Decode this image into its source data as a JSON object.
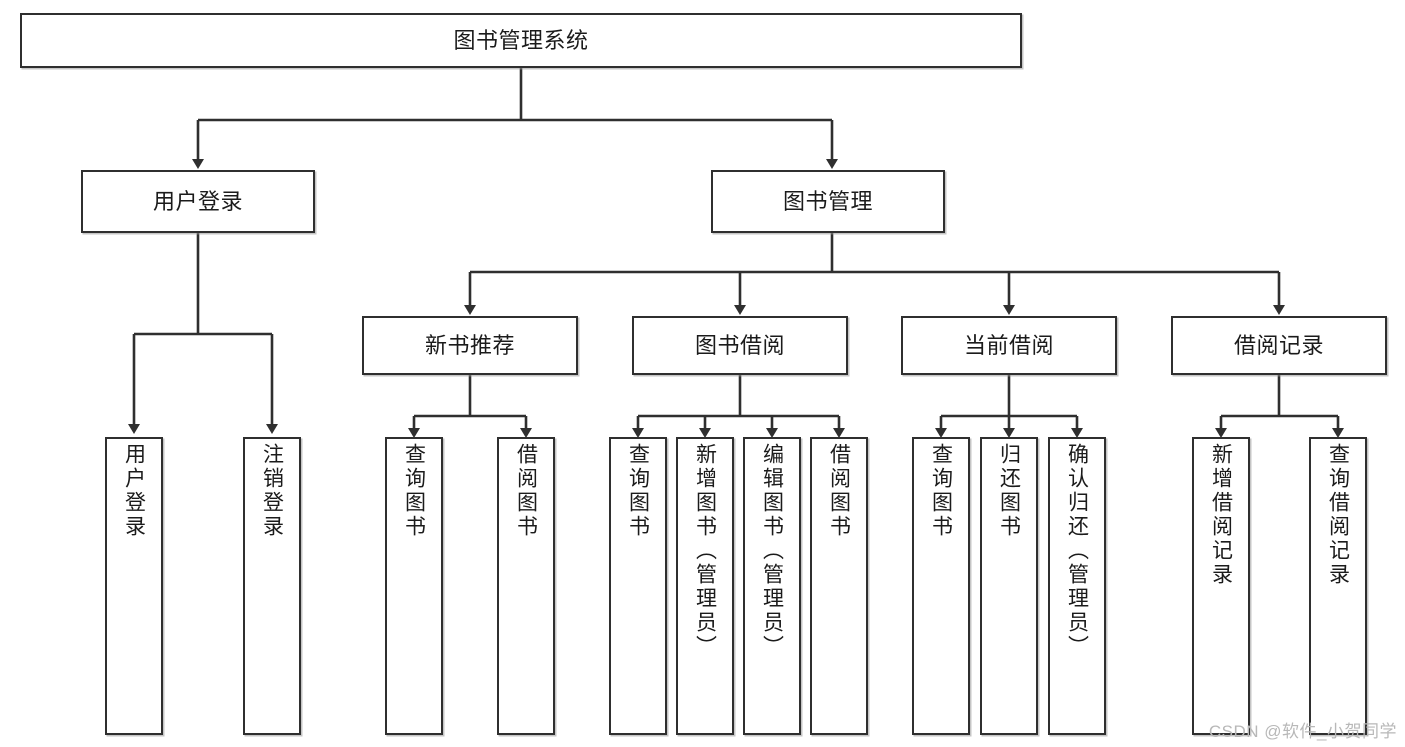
{
  "diagram": {
    "type": "tree",
    "title": "图书管理系统",
    "watermark": "CSDN @软件_小贺同学",
    "colors": {
      "box_border": "#2f2f2f",
      "box_fill": "#ffffff",
      "connector": "#2f2f2f",
      "text": "#1b1b1b",
      "watermark": "#b8b8b8"
    },
    "nodes": {
      "root": {
        "label": "图书管理系统",
        "level": 0,
        "orientation": "horizontal"
      },
      "l1": [
        {
          "id": "user-login",
          "label": "用户登录",
          "level": 1,
          "orientation": "horizontal"
        },
        {
          "id": "book-manage",
          "label": "图书管理",
          "level": 1,
          "orientation": "horizontal"
        }
      ],
      "l2": [
        {
          "id": "new-book-recommend",
          "label": "新书推荐",
          "level": 2,
          "orientation": "horizontal"
        },
        {
          "id": "book-borrow",
          "label": "图书借阅",
          "level": 2,
          "orientation": "horizontal"
        },
        {
          "id": "current-borrow",
          "label": "当前借阅",
          "level": 2,
          "orientation": "horizontal"
        },
        {
          "id": "borrow-record",
          "label": "借阅记录",
          "level": 2,
          "orientation": "horizontal"
        }
      ],
      "leaves": {
        "user_login": [
          {
            "id": "leaf-user-login",
            "label": "用户登录"
          },
          {
            "id": "leaf-logout",
            "label": "注销登录"
          }
        ],
        "new_book_recommend": [
          {
            "id": "leaf-query-book-1",
            "label": "查询图书"
          },
          {
            "id": "leaf-borrow-book-1",
            "label": "借阅图书"
          }
        ],
        "book_borrow": [
          {
            "id": "leaf-query-book-2",
            "label": "查询图书"
          },
          {
            "id": "leaf-add-book",
            "label": "新增图书（管理员）"
          },
          {
            "id": "leaf-edit-book",
            "label": "编辑图书（管理员）"
          },
          {
            "id": "leaf-borrow-book-2",
            "label": "借阅图书"
          }
        ],
        "current_borrow": [
          {
            "id": "leaf-query-book-3",
            "label": "查询图书"
          },
          {
            "id": "leaf-return-book",
            "label": "归还图书"
          },
          {
            "id": "leaf-confirm-return",
            "label": "确认归还（管理员）"
          }
        ],
        "borrow_record": [
          {
            "id": "leaf-add-record",
            "label": "新增借阅记录"
          },
          {
            "id": "leaf-query-record",
            "label": "查询借阅记录"
          }
        ]
      }
    }
  }
}
